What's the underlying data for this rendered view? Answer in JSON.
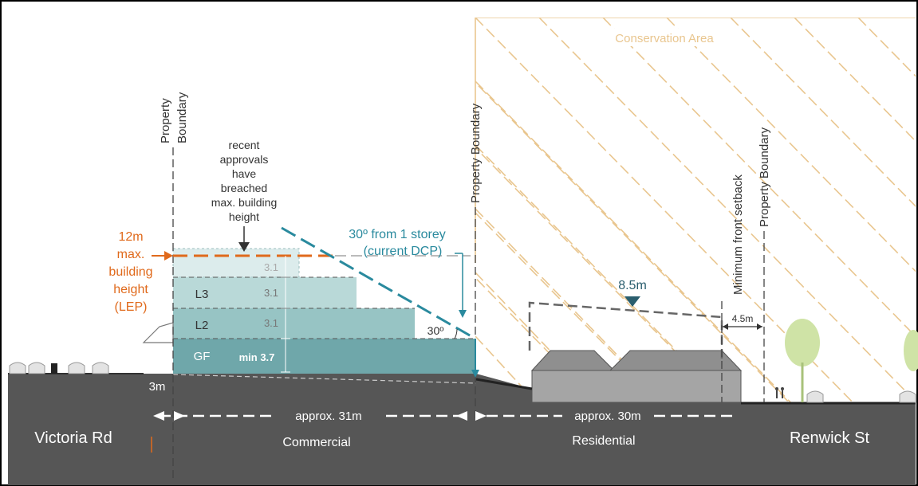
{
  "colors": {
    "dark_ground": "#565656",
    "teal_dark": "#6fa7aa",
    "teal_mid": "#97c4c4",
    "teal_light": "#b9d9d8",
    "teal_ghost": "#dcecec",
    "accent_teal": "#2a8a9e",
    "accent_orange": "#e06a1c",
    "hatch": "#e9c68f",
    "house_grey": "#a5a5a5",
    "tree_green": "#cfe3a6"
  },
  "labels": {
    "conservation_area": "Conservation Area",
    "property_boundary_left_line1": "Property",
    "property_boundary_left_line2": "Boundary",
    "property_boundary_mid": "Property Boundary",
    "property_boundary_right": "Property Boundary",
    "min_front_setback": "Minimum front setback",
    "recent_approvals": [
      "recent",
      "approvals",
      "have",
      "breached",
      "max. building",
      "height"
    ],
    "lep_height": [
      "12m",
      "max.",
      "building",
      "height",
      "(LEP)"
    ],
    "angle_note_line1": "30º from 1 storey",
    "angle_note_line2": "(current DCP)",
    "angle_30": "30º",
    "height_85": "8.5m",
    "setback_45": "4.5m",
    "level_l3": "L3",
    "level_l2": "L2",
    "level_gf": "GF",
    "min_37": "min 3.7",
    "dim_31_a": "3.1",
    "dim_31_b": "3.1",
    "dim_31_c": "3.1",
    "setback_3m": "3m",
    "approx_31": "approx. 31m",
    "approx_30": "approx. 30m",
    "victoria_rd": "Victoria Rd",
    "commercial": "Commercial",
    "residential": "Residential",
    "renwick_st": "Renwick St"
  }
}
